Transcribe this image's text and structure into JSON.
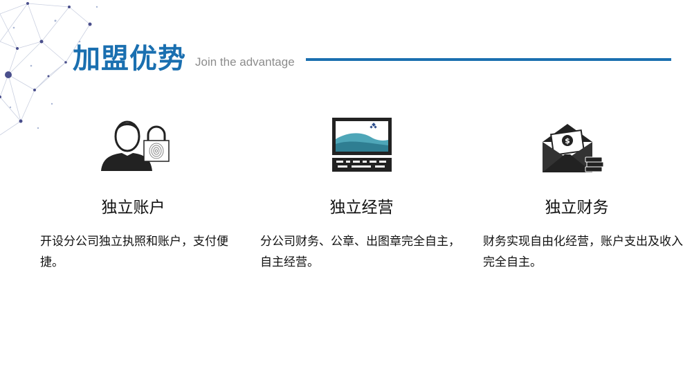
{
  "header": {
    "title": "加盟优势",
    "subtitle": "Join the advantage",
    "accent_color": "#1a6fb0"
  },
  "features": [
    {
      "icon": "user-lock-icon",
      "title": "独立账户",
      "description": "开设分公司独立执照和账户，支付便捷。"
    },
    {
      "icon": "monitor-icon",
      "title": "独立经营",
      "description": "分公司财务、公章、出图章完全自主，自主经营。"
    },
    {
      "icon": "money-envelope-icon",
      "title": "独立财务",
      "description": "财务实现自由化经营，账户支出及收入完全自主。"
    }
  ]
}
